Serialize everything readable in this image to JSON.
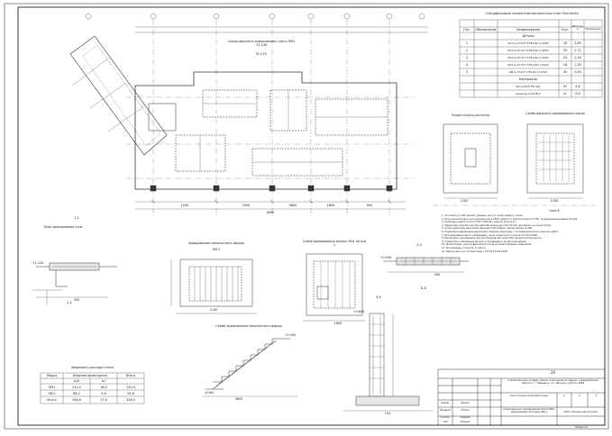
{
  "spec_table": {
    "title": "Спецификация элементов монолитных плит Ростелла",
    "headers": [
      "Поз.",
      "Обозначение",
      "Наименование",
      "Кол.",
      "Масса ед. кг",
      "Примечание"
    ],
    "group1": "Детали",
    "rows": [
      [
        "1",
        "",
        "Ø12 А-III ГОСТ 5781-82 L=4380",
        "16",
        "3,89",
        ""
      ],
      [
        "2",
        "",
        "Ø12 А-III ГОСТ 5781-82 L=3050",
        "20",
        "2,71",
        ""
      ],
      [
        "3",
        "",
        "Ø12 А-III ГОСТ 5781-82 L=2450",
        "24",
        "2,18",
        ""
      ],
      [
        "4",
        "",
        "Ø12 А-III ГОСТ 5781-82 L=1520",
        "18",
        "1,35",
        ""
      ],
      [
        "5",
        "",
        "Ø8 А-I ГОСТ 5781-82 L=1150",
        "40",
        "0,45",
        ""
      ]
    ],
    "group2": "Материалы",
    "materials": [
      [
        "",
        "",
        "Бетон В15 F50 W4",
        "м³",
        "4,8",
        ""
      ],
      [
        "",
        "",
        "Арматура А-III Ø12",
        "кг",
        "212",
        ""
      ]
    ]
  },
  "views": {
    "plan_title": "Схема верхнего армирования плиты ПМ1 +1,100",
    "plan_scale": "М 1:25",
    "view_b": "Разрез плиты ростелла",
    "view_c": "Схема верхнего армирования плиты",
    "section_11": "1-1",
    "section_22": "2-2",
    "section_33": "3-3",
    "section_44": "4-4",
    "view_stair": "Армирование монолитного марша",
    "view_stair_sub": "ЛМ-1",
    "view_col": "Схема армирования колонн Км1 по оси 1",
    "view_stair2": "Схема армирования монолитного марша",
    "view_left": "План армирования узла",
    "small_table_title": "Ведомость расхода стали",
    "node_a": "Узел А",
    "node_b": "Б-Б"
  },
  "dims": {
    "d1": "1200",
    "d2": "2400",
    "d3": "3600",
    "d4": "1800",
    "d5": "900",
    "d6": "2100",
    "d7": "6000",
    "d8": "450",
    "d9": "150",
    "d10": "300"
  },
  "marks": {
    "p1": "+1.100",
    "p2": "+0.000",
    "p3": "-0.300",
    "p4": "+2.450",
    "p5": "+3.600"
  },
  "notes": [
    "1. За отметку 0,000 принят уровень чистого пола первого этажа.",
    "2. Бетон монолитных конструкций класса В15, марки по морозостойкости F50, по водонепроницаемости W4.",
    "3. Арматура класса А-III по ГОСТ 5781-82, хомуты класса А-I.",
    "4. Защитный слой бетона для рабочей арматуры плит 20 мм, для балок и колонн 25 мм.",
    "5. Стыки арматуры выполнять внахлест без сварки, длина нахлеста 40d.",
    "6. Перед бетонированием выполнить приемку арматуры с составлением акта скрытых работ.",
    "7. Бетонирование вести непрерывно, уход за бетоном согласно СП 70.13330.",
    "8. Распалубку производить при достижении бетоном 70% проектной прочности.",
    "9. Отверстия и закладные детали устанавливать до бетонирования.",
    "10. Монолитные участки выполнять после монтажа сборных элементов.",
    "11. Все размеры уточнить по месту.",
    "12. Работы вести в соответствии с СП 63.13330.2018."
  ],
  "steel_table": {
    "headers": [
      "Марка",
      "Изделия арматурные",
      "",
      "Всего"
    ],
    "sub": [
      "",
      "А-III",
      "А-I",
      ""
    ],
    "rows": [
      [
        "ПМ1",
        "212,4",
        "18,0",
        "230,4"
      ],
      [
        "ЛМ-1",
        "86,2",
        "9,6",
        "95,8"
      ],
      [
        "Итого",
        "298,6",
        "27,6",
        "326,2"
      ]
    ]
  },
  "title_block": {
    "code": "20",
    "project": "Строительство склада, офиса и магазина по адресу: Свердловская область, г. Невьянск, ул. Ленина, участок №48",
    "sheet_title": "Схема верхнего армирования плиты ПМ1. Армирование лестницы ЛМ-1",
    "stage": "Р",
    "sheet": "4",
    "sheets": "5",
    "org": "ООО «Проектная Группа»",
    "section": "Конструкции железобетонные",
    "roles": [
      "Разраб.",
      "Проверил",
      "Н.контр.",
      "ГИП"
    ],
    "names": [
      "Иванов",
      "Петров",
      "Сидоров",
      "Смирнов"
    ],
    "format": "Формат А1"
  }
}
